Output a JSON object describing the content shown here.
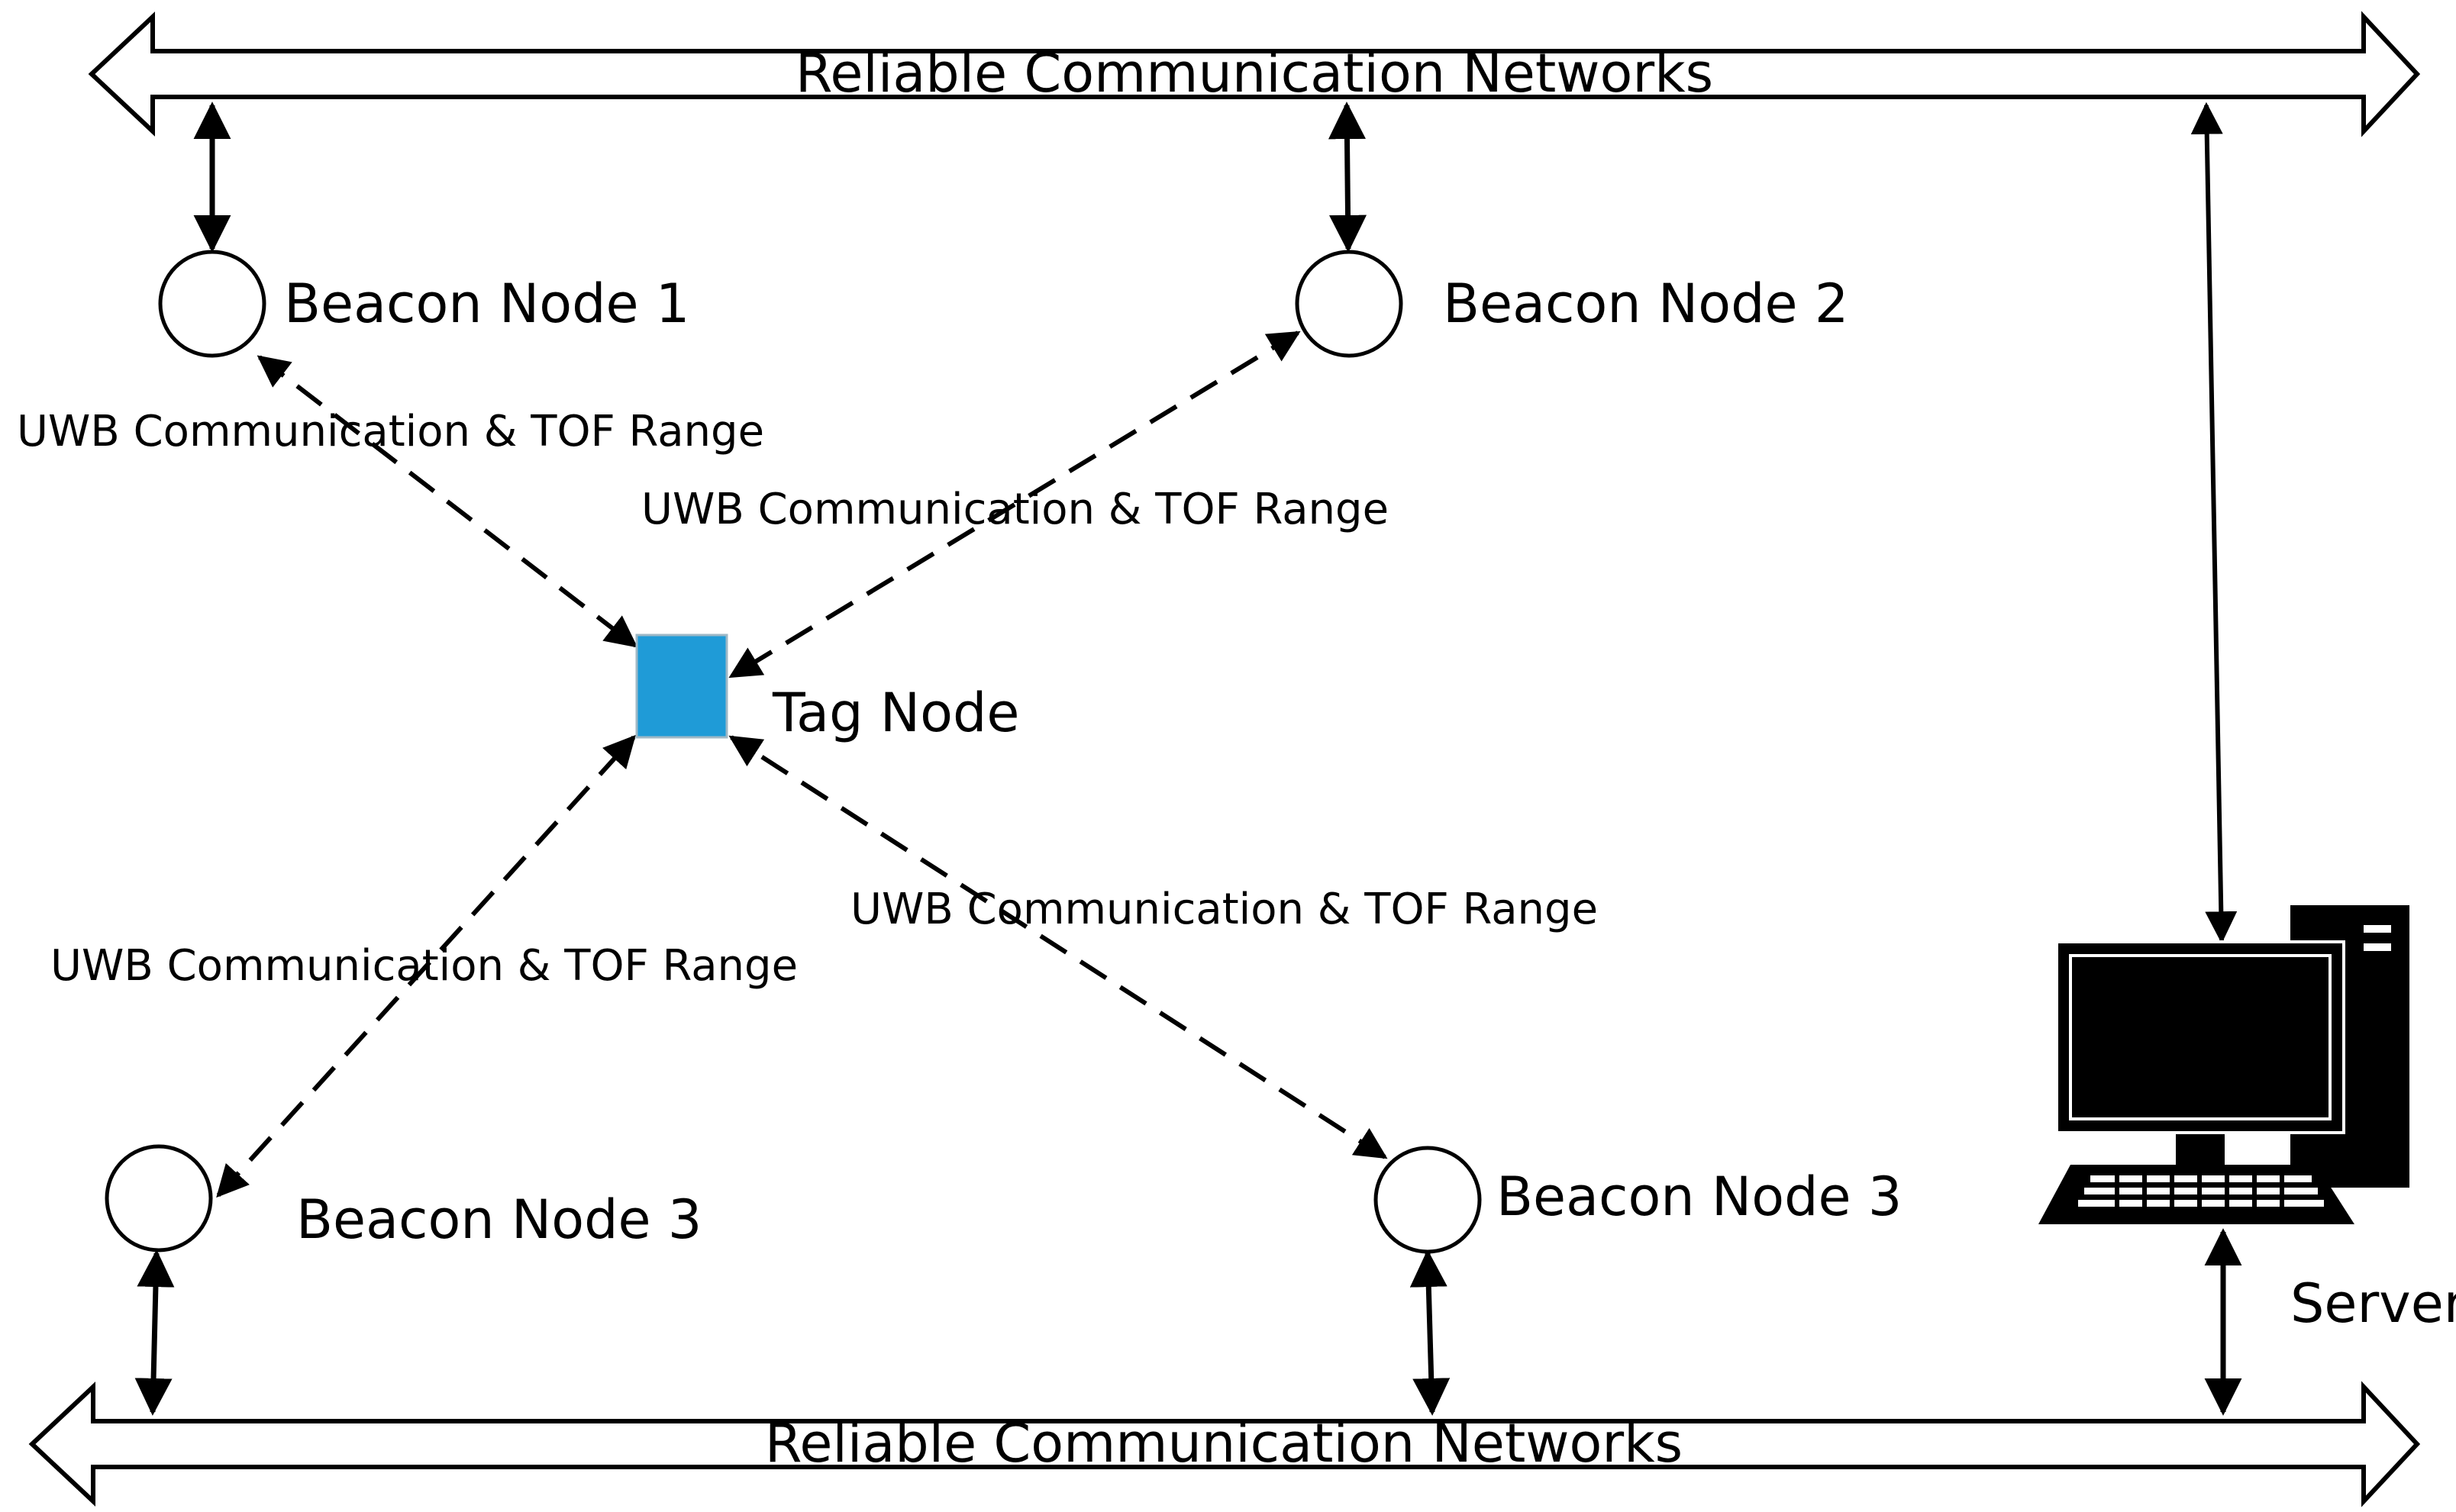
{
  "diagram": {
    "top_bus_label": "Reliable Communication Networks",
    "bottom_bus_label": "Reliable Communication Networks",
    "beacon_1": "Beacon Node 1",
    "beacon_2": "Beacon Node 2",
    "beacon_3_left": "Beacon Node 3",
    "beacon_3_right": "Beacon Node 3",
    "tag_node": "Tag Node",
    "server": "Server",
    "link_labels": {
      "beacon_1": "UWB Communication & TOF Range",
      "beacon_2": "UWB Communication & TOF Range",
      "beacon_3_left": "UWB Communication & TOF Range",
      "beacon_3_right": "UWB Communication & TOF Range"
    },
    "colors": {
      "tag_fill": "#1f9bd7",
      "line": "#000000"
    }
  }
}
